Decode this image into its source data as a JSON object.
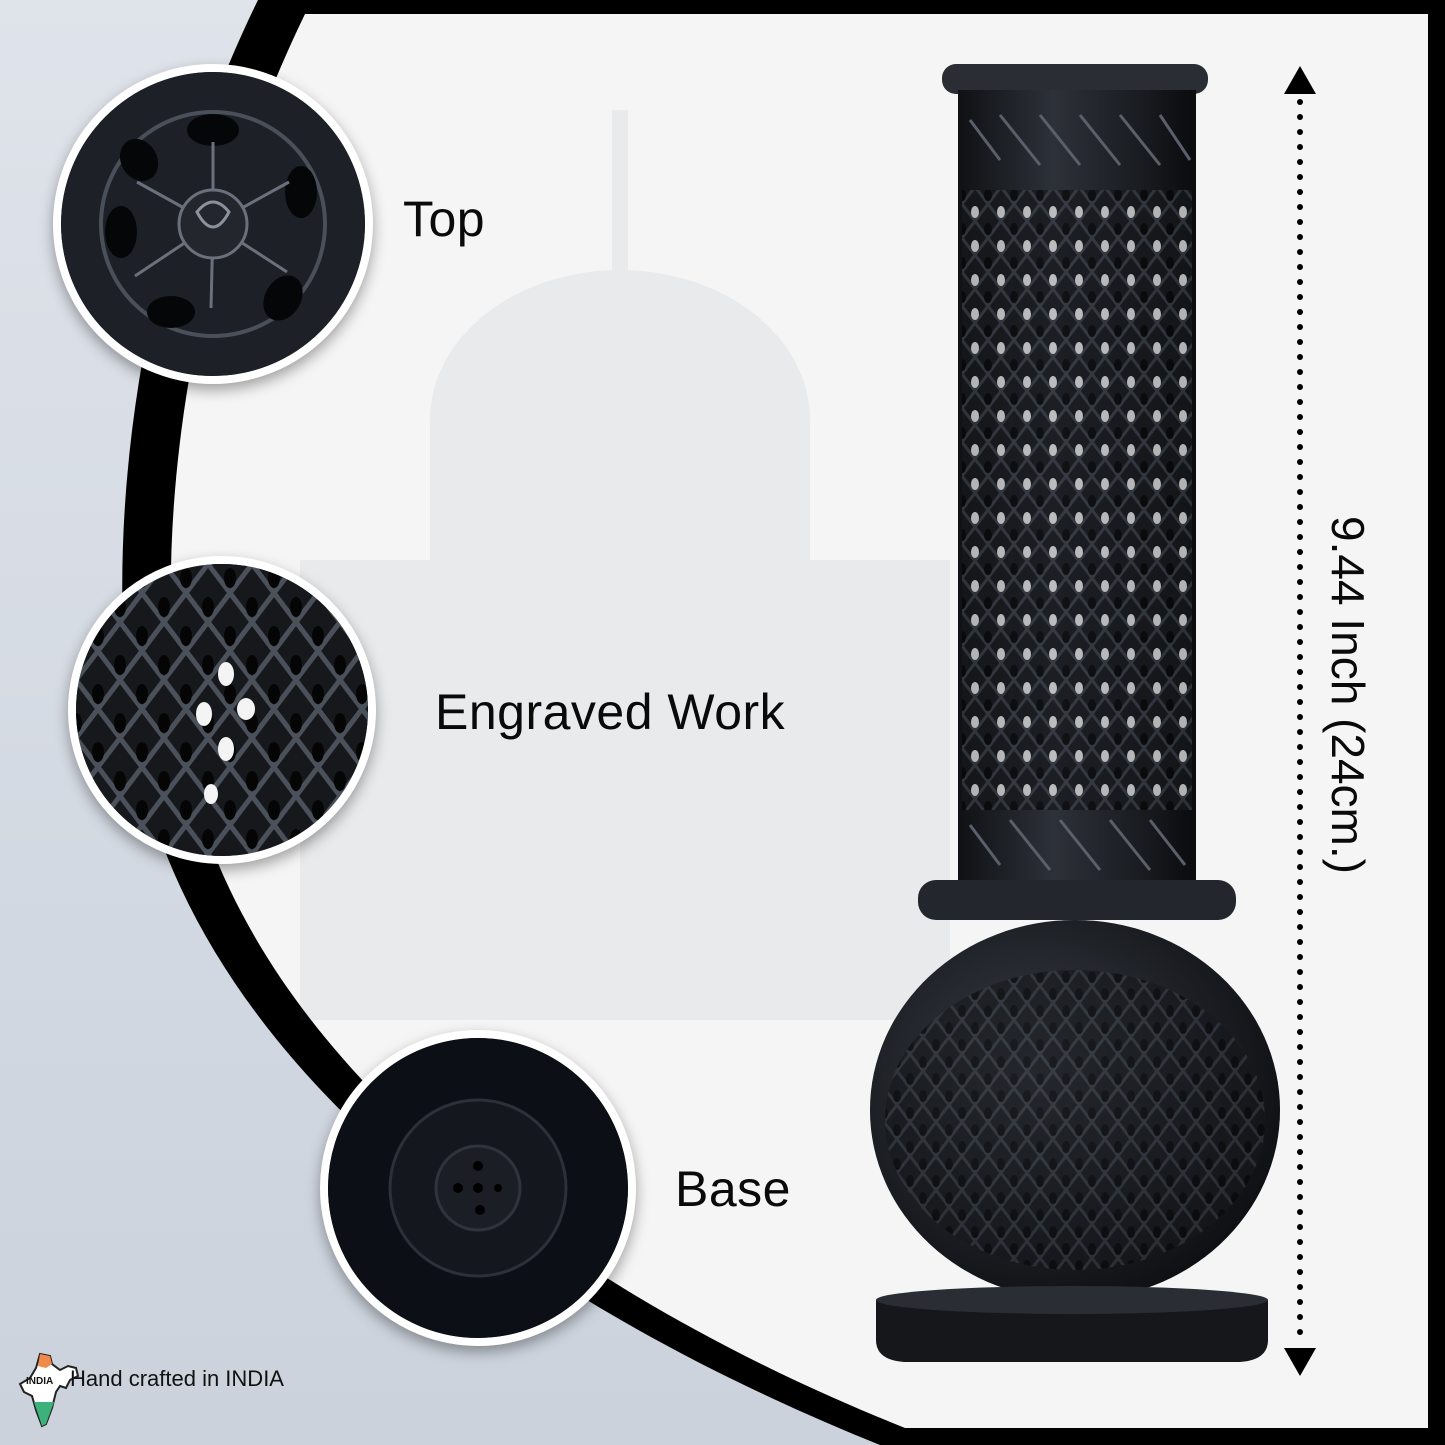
{
  "labels": {
    "top": "Top",
    "engraved": "Engraved Work",
    "base": "Base"
  },
  "dimension": {
    "text": "9.44 Inch (24cm.)",
    "orientation": "vertical",
    "arrow_style": "dotted-double-arrow"
  },
  "footer": {
    "map_label": "INDIA",
    "text": "Hand crafted in INDIA"
  },
  "colors": {
    "background": "#d6dce4",
    "panel": "#f7f7f7",
    "frame": "#000000",
    "product": "#1b1d22",
    "text": "#0a0a0a",
    "saffron": "#f08a4b",
    "green": "#3cb27a"
  }
}
